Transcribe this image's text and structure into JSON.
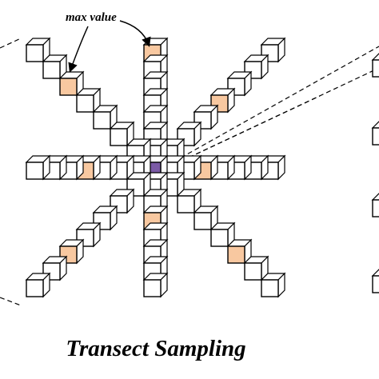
{
  "caption": "Transect Sampling",
  "annotation": "max value",
  "colors": {
    "cell_fill": "#ffffff",
    "cell_stroke": "#000000",
    "max_value_fill": "#f8c8a0",
    "center_fill": "#7b5aa6"
  },
  "transects": [
    {
      "id": "vertical-up",
      "cells": 7,
      "max_index": 7
    },
    {
      "id": "vertical-down",
      "cells": 7,
      "max_index": 3
    },
    {
      "id": "horizontal-left",
      "cells": 7,
      "max_index": 4
    },
    {
      "id": "horizontal-right",
      "cells": 7,
      "max_index": 3
    },
    {
      "id": "diagonal-up-left",
      "cells": 7,
      "max_index": 5
    },
    {
      "id": "diagonal-up-right",
      "cells": 7,
      "max_index": 4
    },
    {
      "id": "diagonal-down-left",
      "cells": 7,
      "max_index": 5
    },
    {
      "id": "diagonal-down-right",
      "cells": 7,
      "max_index": 5
    }
  ]
}
